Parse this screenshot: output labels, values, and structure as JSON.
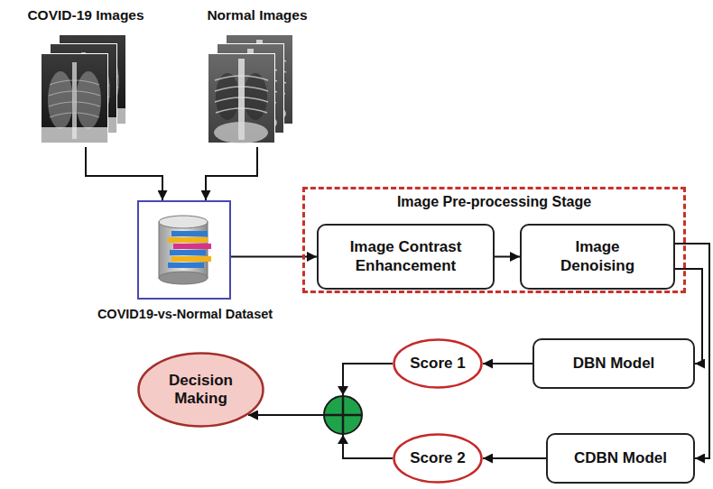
{
  "diagram": {
    "nodes": [
      {
        "text": [
          "COVID-19 Images"
        ]
      },
      {
        "text": [
          "Normal Images"
        ]
      },
      {
        "text": [
          "COVID19-vs-Normal Dataset"
        ]
      },
      {
        "text": [
          "Image Pre-processing Stage"
        ]
      },
      {
        "text": [
          "Image Contrast Enhancement"
        ],
        "in": 3
      },
      {
        "text": [
          "Image Denoising"
        ],
        "in": 3
      },
      {
        "text": [
          "Decision Making"
        ]
      },
      {
        "text": [
          "Score 1"
        ]
      },
      {
        "text": [
          "DBN Model"
        ]
      },
      {
        "text": [
          "Score 2"
        ]
      },
      {
        "text": [
          "CDBN Model"
        ]
      }
    ],
    "edges": [
      {
        "from": 0,
        "to": 2,
        "arrow": "to"
      },
      {
        "from": 1,
        "to": 2,
        "arrow": "to"
      },
      {
        "from": 2,
        "to": 4,
        "arrow": "to"
      },
      {
        "from": 4,
        "to": 5,
        "arrow": "to"
      },
      {
        "from": 5,
        "to": 8,
        "arrow": "to"
      },
      {
        "from": 5,
        "to": 10,
        "arrow": "to"
      },
      {
        "from": 8,
        "to": 7,
        "arrow": "to"
      },
      {
        "from": 10,
        "to": 9,
        "arrow": "to"
      },
      {
        "from": 7,
        "to": 6,
        "arrow": "to"
      },
      {
        "from": 9,
        "to": 6,
        "arrow": "to"
      }
    ]
  }
}
